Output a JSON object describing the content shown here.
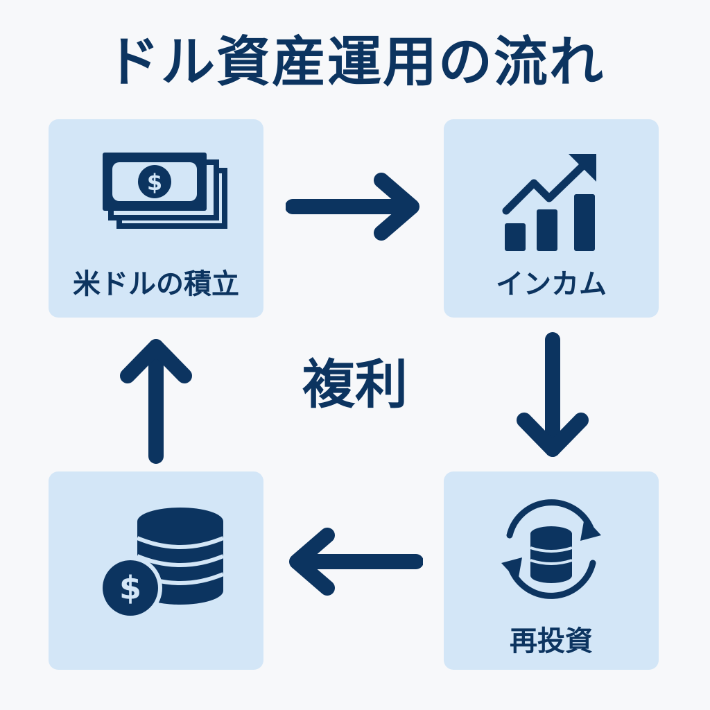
{
  "title": "ドル資産運用の流れ",
  "center_label": "複利",
  "nodes": [
    {
      "label": "米ドルの積立",
      "icon": "dollar-bills-icon"
    },
    {
      "label": "インカム",
      "icon": "growth-chart-icon"
    },
    {
      "label": "再投資",
      "icon": "reinvest-cycle-icon"
    },
    {
      "label": "",
      "icon": "coin-stack-dollar-icon"
    }
  ],
  "colors": {
    "primary": "#0c3460",
    "box_fill": "#d3e6f7",
    "background": "#f7f8fa"
  }
}
